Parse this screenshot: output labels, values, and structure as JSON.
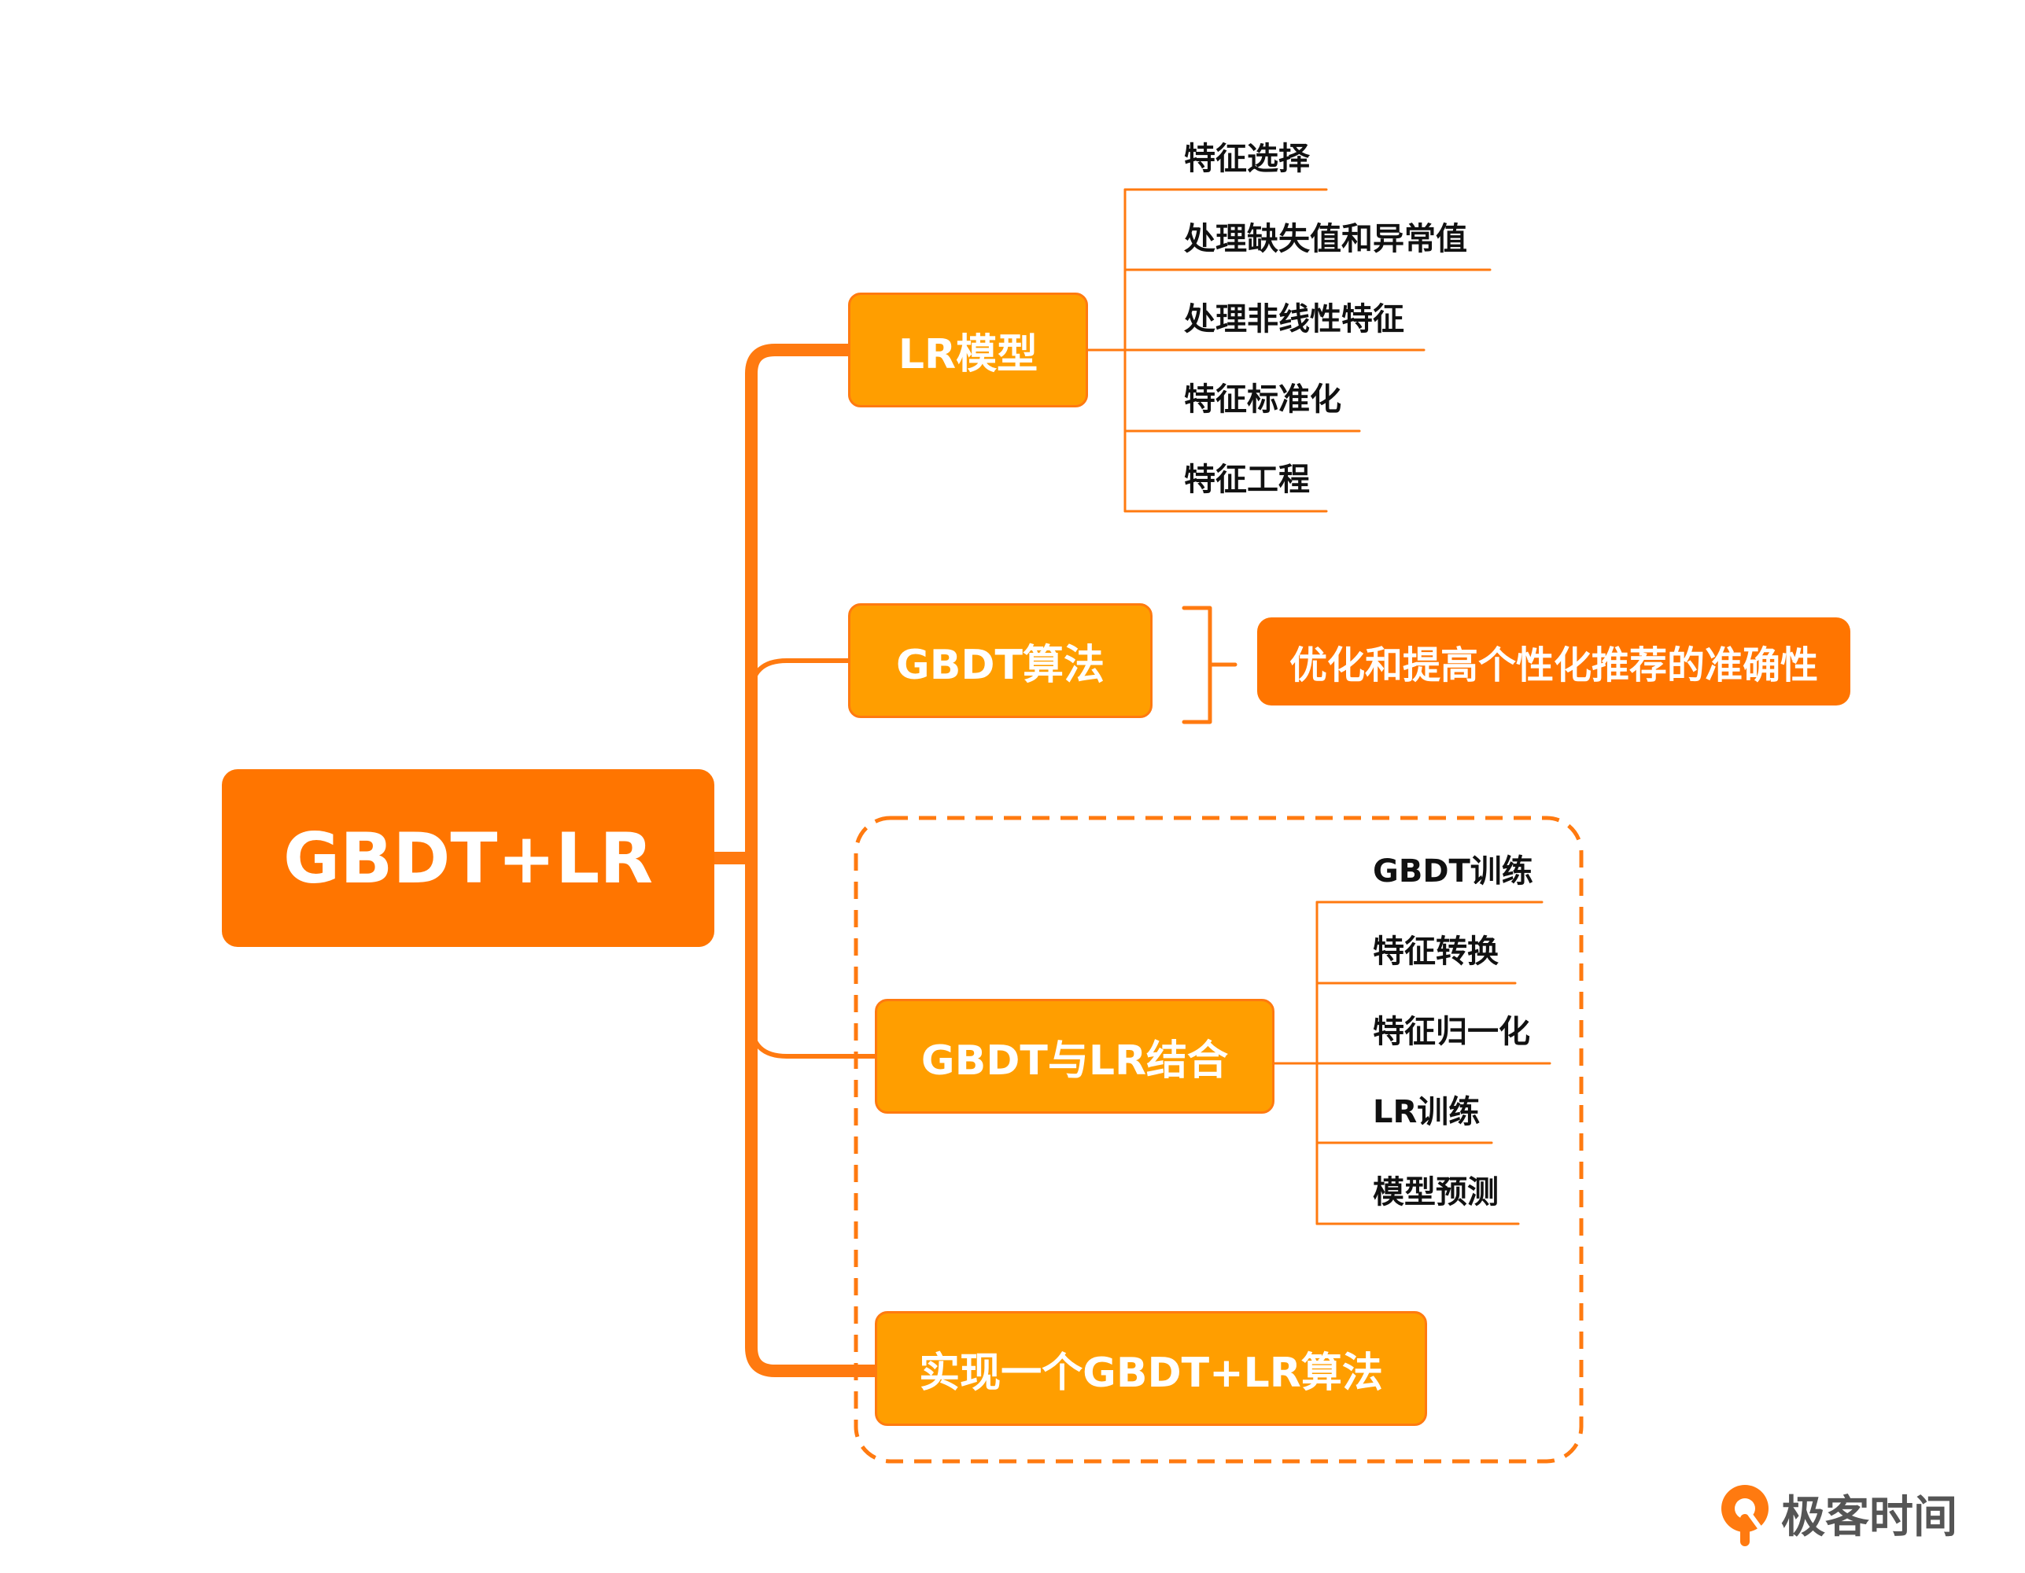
{
  "root": {
    "label": "GBDT+LR"
  },
  "branches": {
    "lr_model": {
      "label": "LR模型",
      "children": [
        "特征选择",
        "处理缺失值和异常值",
        "处理非线性特征",
        "特征标准化",
        "特征工程"
      ]
    },
    "gbdt": {
      "label": "GBDT算法",
      "summary": "优化和提高个性化推荐的准确性"
    },
    "combine": {
      "label": "GBDT与LR结合",
      "children": [
        "GBDT训练",
        "特征转换",
        "特征归一化",
        "LR训练",
        "模型预测"
      ]
    },
    "implement": {
      "label": "实现一个GBDT+LR算法"
    }
  },
  "brand": {
    "name": "极客时间"
  },
  "colors": {
    "primary": "#FF7500",
    "branch_fill": "#FF9E00",
    "line": "#FF7A10",
    "leaf_text": "#111111",
    "brand_text": "#555555"
  },
  "icons": {
    "brand_logo": "geektime-logo-icon"
  }
}
